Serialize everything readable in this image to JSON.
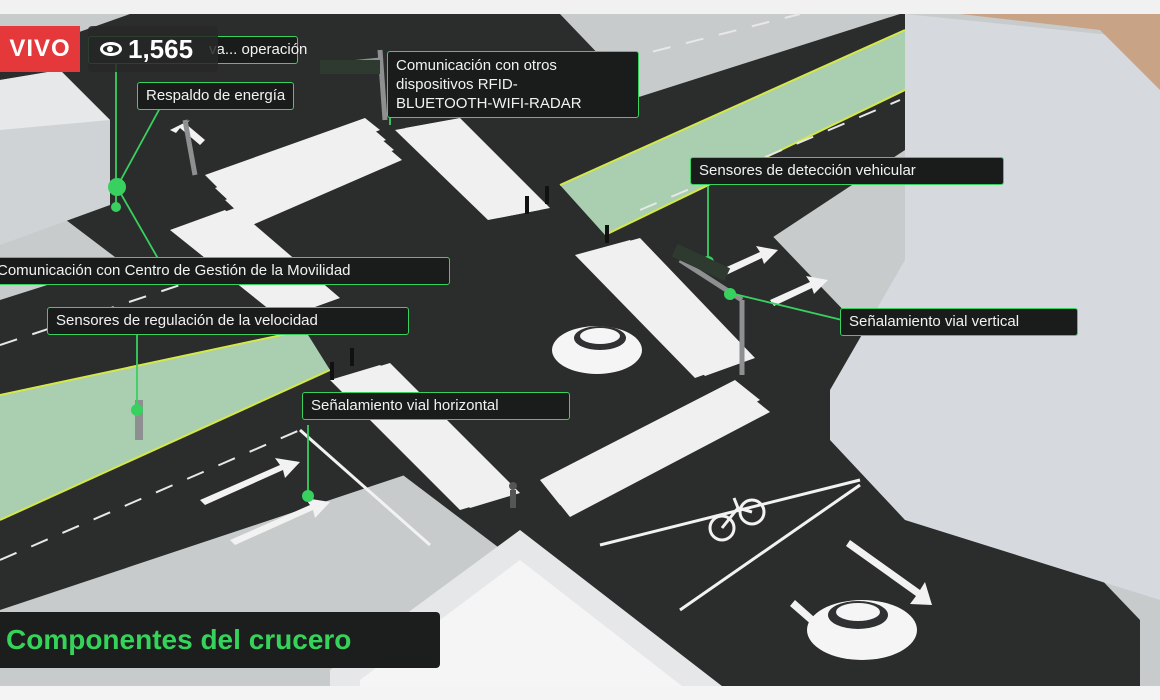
{
  "live": {
    "badge_label": "VIVO",
    "viewer_count": "1,565",
    "eye_icon": "eye-icon"
  },
  "title": "Componentes del crucero",
  "callouts": [
    {
      "id": "operacion",
      "text": "va... operación"
    },
    {
      "id": "respaldo",
      "text": "Respaldo de energía"
    },
    {
      "id": "comunicacion-dispositivos",
      "lines": [
        "Comunicación con otros",
        "dispositivos RFID-",
        "BLUETOOTH-WIFI-RADAR"
      ]
    },
    {
      "id": "deteccion-vehicular",
      "text": "Sensores de detección vehicular"
    },
    {
      "id": "centro-gestion",
      "text": "Comunicación con Centro de Gestión de la Movilidad"
    },
    {
      "id": "regulacion-velocidad",
      "text": "Sensores de regulación de la velocidad"
    },
    {
      "id": "senalamiento-vertical",
      "text": "Señalamiento vial vertical"
    },
    {
      "id": "senalamiento-horizontal",
      "text": "Señalamiento vial horizontal"
    }
  ],
  "colors": {
    "accent": "#38d15f",
    "live_red": "#e5383b",
    "road": "#2a2b2b",
    "bike_lane": "#a9ceb0",
    "sidewalk": "#c8cccc",
    "building": "#d7dade"
  }
}
